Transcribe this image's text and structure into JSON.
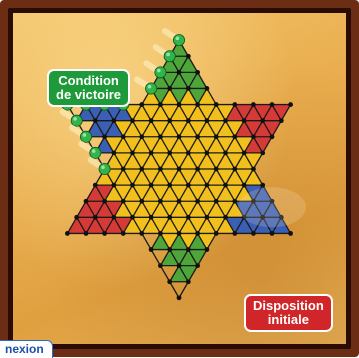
{
  "board": {
    "colors": {
      "top": "#4ea53a",
      "upper_left": "#3b5fb5",
      "upper_right": "#d63a36",
      "lower_left": "#d63a36",
      "lower_right": "#3b5fb5",
      "bottom": "#4ea53a",
      "center": "#f2c01c",
      "hole": "#111111",
      "line": "#1a1a1a",
      "marble": "#2fb54a",
      "board_wood": "#e9ad4e",
      "frame": "#6b2d14"
    }
  },
  "callouts": {
    "victory": {
      "line1": "Condition",
      "line2": "de victoire",
      "color": "#1f9a3a"
    },
    "initial": {
      "line1": "Disposition",
      "line2": "initiale",
      "color": "#d0262a"
    }
  },
  "tab": {
    "label": "nexion"
  }
}
